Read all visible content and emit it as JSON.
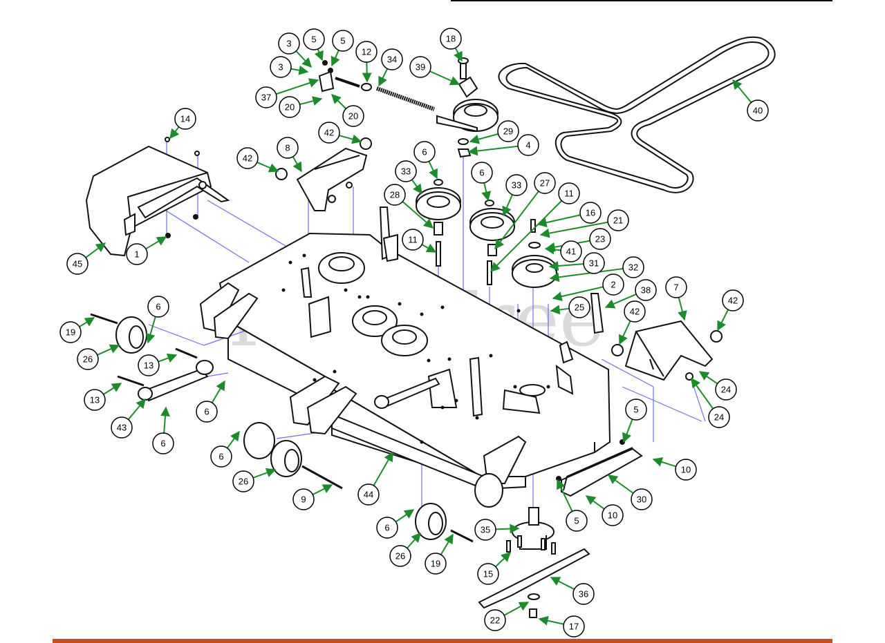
{
  "watermark": "PartsTree",
  "colors": {
    "leader": "#1c8c2a",
    "guide": "#6f6fe8",
    "part_fill": "#ffffff",
    "part_stroke": "#111111",
    "footer_bar": "#c8501e"
  },
  "callouts": [
    {
      "id": "c1",
      "number": "1"
    },
    {
      "id": "c2",
      "number": "2"
    },
    {
      "id": "c3a",
      "number": "3"
    },
    {
      "id": "c3b",
      "number": "3"
    },
    {
      "id": "c4",
      "number": "4"
    },
    {
      "id": "c5a",
      "number": "5"
    },
    {
      "id": "c5b",
      "number": "5"
    },
    {
      "id": "c5c",
      "number": "5"
    },
    {
      "id": "c5d",
      "number": "5"
    },
    {
      "id": "c6a",
      "number": "6"
    },
    {
      "id": "c6b",
      "number": "6"
    },
    {
      "id": "c6c",
      "number": "6"
    },
    {
      "id": "c6d",
      "number": "6"
    },
    {
      "id": "c6e",
      "number": "6"
    },
    {
      "id": "c6f",
      "number": "6"
    },
    {
      "id": "c6g",
      "number": "6"
    },
    {
      "id": "c7",
      "number": "7"
    },
    {
      "id": "c8",
      "number": "8"
    },
    {
      "id": "c9",
      "number": "9"
    },
    {
      "id": "c10a",
      "number": "10"
    },
    {
      "id": "c10b",
      "number": "10"
    },
    {
      "id": "c11a",
      "number": "11"
    },
    {
      "id": "c11b",
      "number": "11"
    },
    {
      "id": "c12",
      "number": "12"
    },
    {
      "id": "c13a",
      "number": "13"
    },
    {
      "id": "c13b",
      "number": "13"
    },
    {
      "id": "c14",
      "number": "14"
    },
    {
      "id": "c15",
      "number": "15"
    },
    {
      "id": "c16",
      "number": "16"
    },
    {
      "id": "c17",
      "number": "17"
    },
    {
      "id": "c18",
      "number": "18"
    },
    {
      "id": "c19a",
      "number": "19"
    },
    {
      "id": "c19b",
      "number": "19"
    },
    {
      "id": "c20a",
      "number": "20"
    },
    {
      "id": "c20b",
      "number": "20"
    },
    {
      "id": "c21",
      "number": "21"
    },
    {
      "id": "c22",
      "number": "22"
    },
    {
      "id": "c23",
      "number": "23"
    },
    {
      "id": "c24a",
      "number": "24"
    },
    {
      "id": "c24b",
      "number": "24"
    },
    {
      "id": "c25",
      "number": "25"
    },
    {
      "id": "c26a",
      "number": "26"
    },
    {
      "id": "c26b",
      "number": "26"
    },
    {
      "id": "c26c",
      "number": "26"
    },
    {
      "id": "c27",
      "number": "27"
    },
    {
      "id": "c28",
      "number": "28"
    },
    {
      "id": "c29",
      "number": "29"
    },
    {
      "id": "c30",
      "number": "30"
    },
    {
      "id": "c31",
      "number": "31"
    },
    {
      "id": "c32",
      "number": "32"
    },
    {
      "id": "c33a",
      "number": "33"
    },
    {
      "id": "c33b",
      "number": "33"
    },
    {
      "id": "c34",
      "number": "34"
    },
    {
      "id": "c35",
      "number": "35"
    },
    {
      "id": "c36",
      "number": "36"
    },
    {
      "id": "c37",
      "number": "37"
    },
    {
      "id": "c38",
      "number": "38"
    },
    {
      "id": "c39",
      "number": "39"
    },
    {
      "id": "c40",
      "number": "40"
    },
    {
      "id": "c41",
      "number": "41"
    },
    {
      "id": "c42a",
      "number": "42"
    },
    {
      "id": "c42b",
      "number": "42"
    },
    {
      "id": "c42c",
      "number": "42"
    },
    {
      "id": "c42d",
      "number": "42"
    },
    {
      "id": "c43",
      "number": "43"
    },
    {
      "id": "c44",
      "number": "44"
    },
    {
      "id": "c45",
      "number": "45"
    }
  ]
}
